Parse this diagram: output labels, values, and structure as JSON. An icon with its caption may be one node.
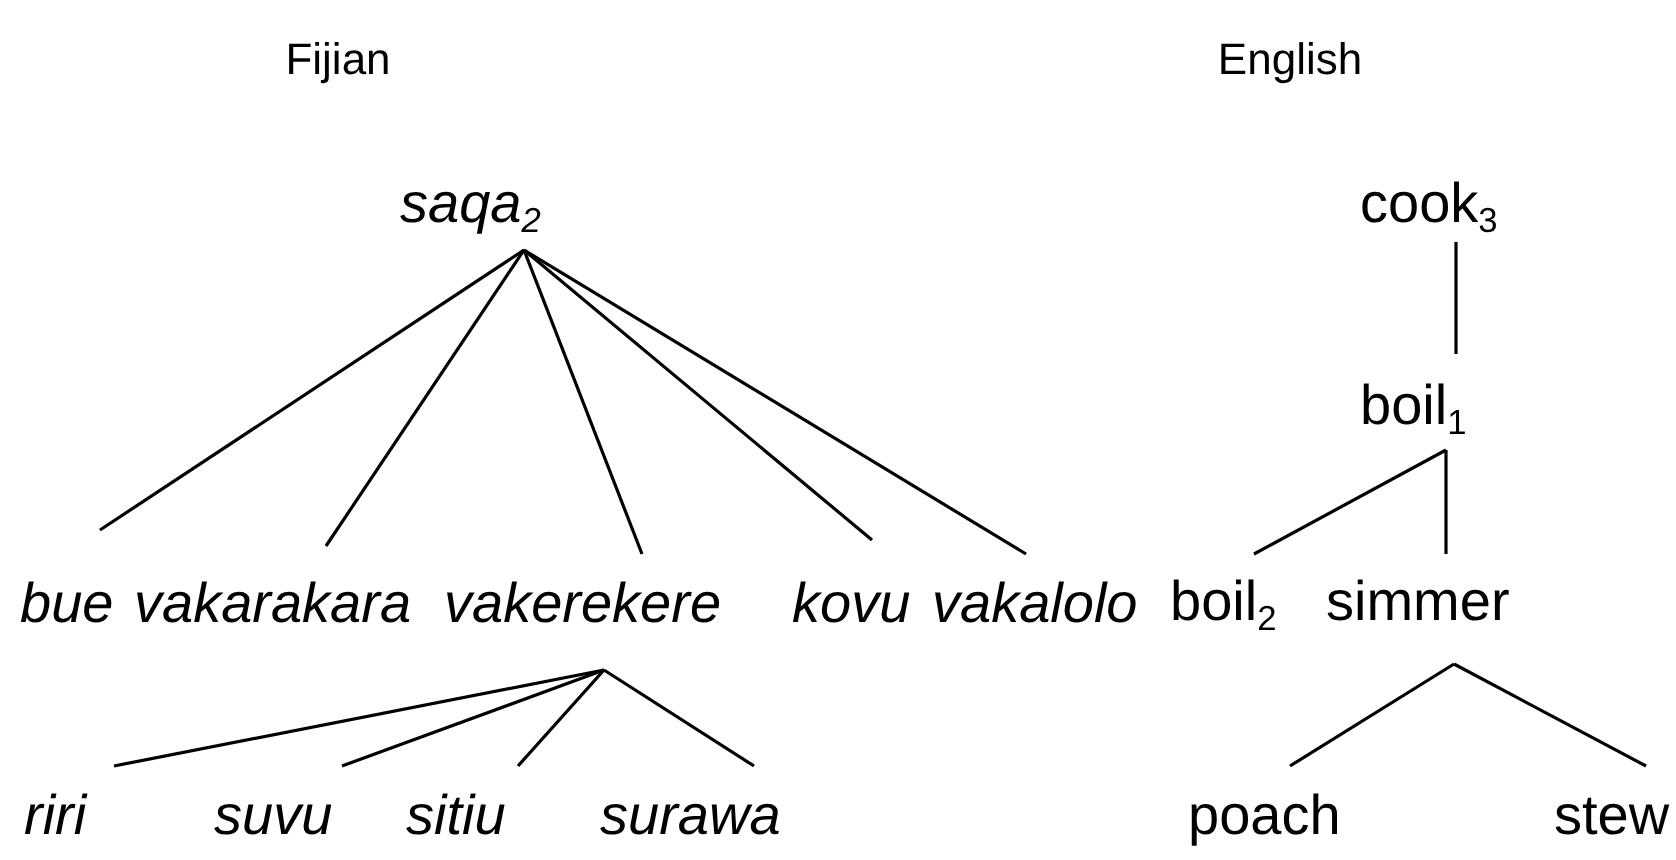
{
  "diagram": {
    "nodes": [
      {
        "text": [
          "*saqa*$_{2}$"
        ]
      },
      {
        "text": [
          "bue"
        ]
      },
      {
        "text": [
          "vakarakara"
        ]
      },
      {
        "text": [
          "vakerekere"
        ]
      },
      {
        "text": [
          "kovu"
        ]
      },
      {
        "text": [
          "vakalolo"
        ]
      },
      {
        "text": [
          "riri"
        ]
      },
      {
        "text": [
          "suvu"
        ]
      },
      {
        "text": [
          "sitiu"
        ]
      },
      {
        "text": [
          "surawa"
        ]
      },
      {
        "text": [
          "cook$_{3}$"
        ]
      },
      {
        "text": [
          "boil$_{1}$"
        ]
      },
      {
        "text": [
          "boil$_{2}$"
        ]
      },
      {
        "text": [
          "simmer"
        ]
      },
      {
        "text": [
          "poach"
        ]
      },
      {
        "text": [
          "stew"
        ]
      }
    ],
    "edges": [
      {
        "from": 0,
        "to": 1,
        "arrow": "none"
      },
      {
        "from": 0,
        "to": 2,
        "arrow": "none"
      },
      {
        "from": 0,
        "to": 3,
        "arrow": "none"
      },
      {
        "from": 0,
        "to": 4,
        "arrow": "none"
      },
      {
        "from": 0,
        "to": 5,
        "arrow": "none"
      },
      {
        "from": 3,
        "to": 6,
        "arrow": "none"
      },
      {
        "from": 3,
        "to": 7,
        "arrow": "none"
      },
      {
        "from": 3,
        "to": 8,
        "arrow": "none"
      },
      {
        "from": 3,
        "to": 9,
        "arrow": "none"
      },
      {
        "from": 10,
        "to": 11,
        "arrow": "none"
      },
      {
        "from": 11,
        "to": 12,
        "arrow": "none"
      },
      {
        "from": 11,
        "to": 13,
        "arrow": "none"
      },
      {
        "from": 13,
        "to": 14,
        "arrow": "none"
      },
      {
        "from": 13,
        "to": 15,
        "arrow": "none"
      }
    ],
    "labels": [
      "Fijian",
      "English"
    ]
  }
}
